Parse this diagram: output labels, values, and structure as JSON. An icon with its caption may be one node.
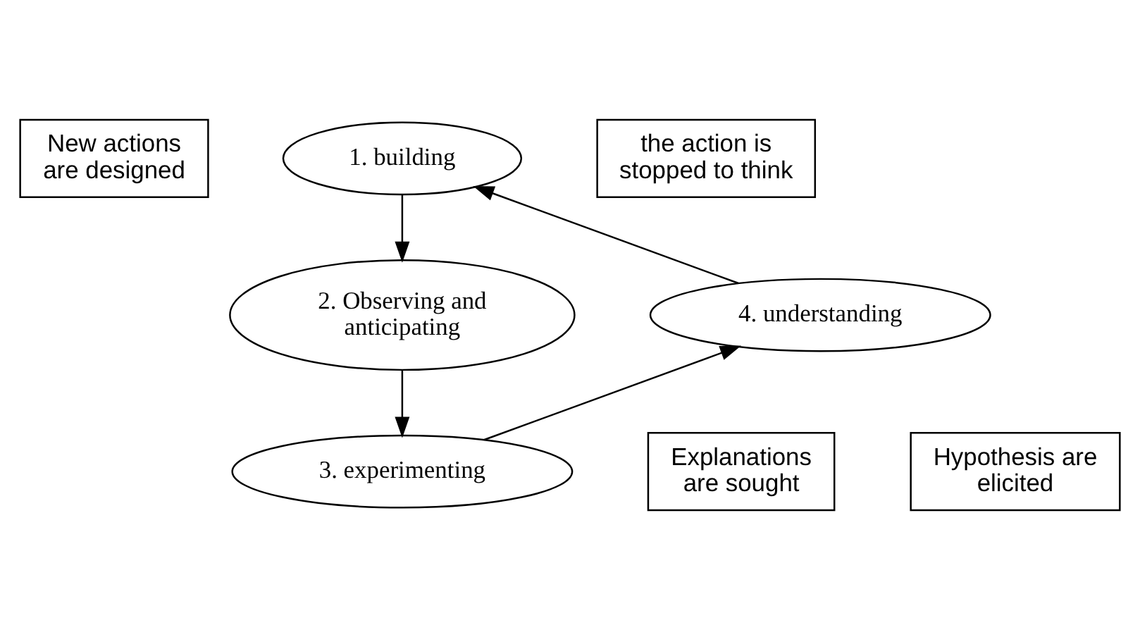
{
  "diagram": {
    "nodes": [
      {
        "text": [
          "New actions are designed"
        ]
      },
      {
        "text": [
          "1. building"
        ]
      },
      {
        "text": [
          "the action is stopped to think"
        ]
      },
      {
        "text": [
          "4. understanding"
        ]
      },
      {
        "text": [
          "2. Observing and anticipating"
        ]
      },
      {
        "text": [
          "Explanations are sought"
        ]
      },
      {
        "text": [
          "3. experimenting"
        ]
      },
      {
        "text": [
          "Hypothesis are elicited"
        ]
      }
    ],
    "edges": [
      {
        "from": 1,
        "to": 4,
        "arrow": "to"
      },
      {
        "from": 4,
        "to": 6,
        "arrow": "to"
      },
      {
        "from": 6,
        "to": 3,
        "arrow": "to"
      },
      {
        "from": 3,
        "to": 1,
        "arrow": "to"
      }
    ]
  }
}
